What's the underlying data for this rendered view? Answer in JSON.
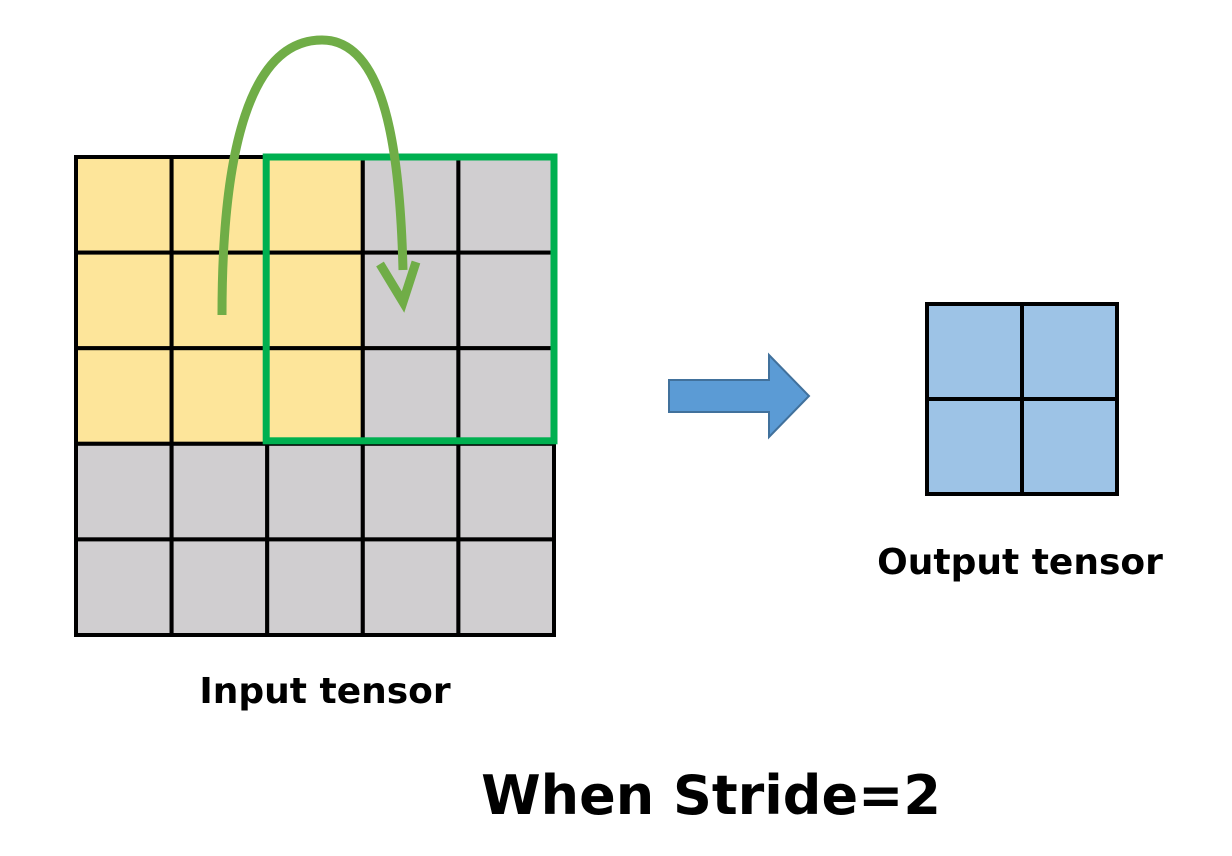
{
  "input_tensor": {
    "label": "Input tensor",
    "rows": 5,
    "cols": 5,
    "highlighted_window": {
      "row_start": 0,
      "col_start": 0,
      "size": 3
    },
    "highlight_color": "#FDE59A",
    "cell_color": "#D0CED0"
  },
  "stride_window": {
    "row_start": 0,
    "col_start": 2,
    "size": 3,
    "color": "#00B050"
  },
  "stride_arrow": {
    "color": "#70AD47"
  },
  "transform_arrow": {
    "color": "#5B9BD5",
    "stroke_color": "#41719C"
  },
  "output_tensor": {
    "label": "Output tensor",
    "rows": 2,
    "cols": 2,
    "cell_color": "#9DC3E6"
  },
  "caption": "When Stride=2"
}
